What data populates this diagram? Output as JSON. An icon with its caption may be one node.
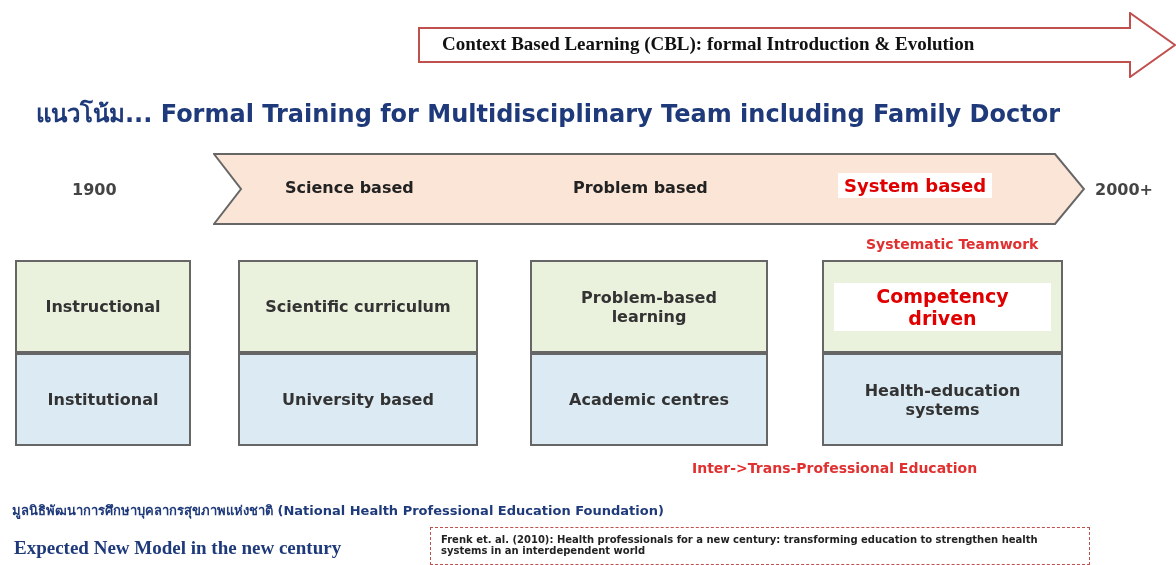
{
  "diagram": {
    "title": "แนวโน้ม... Formal Training for Multidisciplinary Team including Family Doctor",
    "nodes": [
      {
        "text": [
          "Context Based Learning (CBL): formal Introduction & Evolution"
        ]
      },
      {
        "text": [
          "Science based",
          "Problem based",
          "System based"
        ]
      },
      {
        "text": [
          "Instructional"
        ]
      },
      {
        "text": [
          "Institutional"
        ]
      },
      {
        "text": [
          "Scientific curriculum"
        ]
      },
      {
        "text": [
          "University based"
        ]
      },
      {
        "text": [
          "Problem-based learning"
        ]
      },
      {
        "text": [
          "Academic centres"
        ]
      },
      {
        "text": [
          "Competency driven"
        ]
      },
      {
        "text": [
          "Health-education systems"
        ]
      },
      {
        "text": [
          "Frenk et. al. (2010): Health professionals for a new century: transforming education to strengthen health systems in an interdependent world"
        ]
      }
    ],
    "edges": [],
    "labels": [
      "1900",
      "2000+",
      "Systematic Teamwork",
      "Inter->Trans-Professional Education",
      "มูลนิธิพัฒนาการศึกษาบุคลากรสุขภาพแห่งชาติ (National Health Professional Education Foundation)",
      "Expected New Model in the new century"
    ]
  }
}
